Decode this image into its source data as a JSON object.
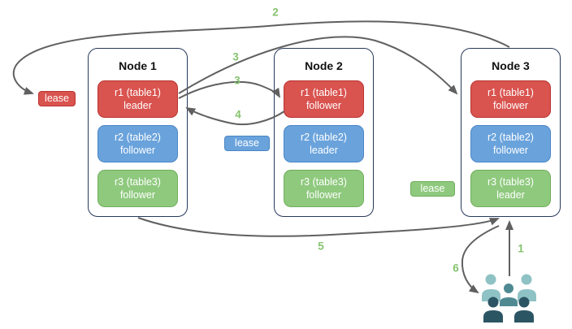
{
  "nodes": [
    {
      "title": "Node 1",
      "replicas": [
        {
          "range": "r1 (table1)",
          "role": "leader",
          "color": "#d9534f"
        },
        {
          "range": "r2 (table2)",
          "role": "follower",
          "color": "#6aa3dc"
        },
        {
          "range": "r3 (table3)",
          "role": "follower",
          "color": "#8fc97e"
        }
      ]
    },
    {
      "title": "Node 2",
      "replicas": [
        {
          "range": "r1 (table1)",
          "role": "follower",
          "color": "#d9534f"
        },
        {
          "range": "r2 (table2)",
          "role": "leader",
          "color": "#6aa3dc"
        },
        {
          "range": "r3 (table3)",
          "role": "follower",
          "color": "#8fc97e"
        }
      ]
    },
    {
      "title": "Node 3",
      "replicas": [
        {
          "range": "r1 (table1)",
          "role": "follower",
          "color": "#d9534f"
        },
        {
          "range": "r2 (table2)",
          "role": "follower",
          "color": "#6aa3dc"
        },
        {
          "range": "r3 (table3)",
          "role": "leader",
          "color": "#8fc97e"
        }
      ]
    }
  ],
  "leases": [
    {
      "label": "lease",
      "color": "#d9534f",
      "near": "node1-r1-leader"
    },
    {
      "label": "lease",
      "color": "#6aa3dc",
      "near": "node2-r2-leader"
    },
    {
      "label": "lease",
      "color": "#8fc97e",
      "near": "node3-r3-leader"
    }
  ],
  "arrows": [
    {
      "label": "1",
      "from": "users",
      "to": "node3-r3-leader"
    },
    {
      "label": "2",
      "from": "node3",
      "to": "lease-red"
    },
    {
      "label": "3",
      "from": "node1-r1-leader",
      "to": "node3-r1-follower"
    },
    {
      "label": "3",
      "from": "node1-r1-leader",
      "to": "node2-r1-follower"
    },
    {
      "label": "4",
      "from": "node2-r1-follower",
      "to": "node1-r1-leader"
    },
    {
      "label": "5",
      "from": "node1",
      "to": "node3-r3-leader"
    },
    {
      "label": "6",
      "from": "node3-r3-leader",
      "to": "users"
    }
  ],
  "colors": {
    "replica_red": "#d9534f",
    "replica_red_border": "#b93330",
    "replica_blue": "#6aa3dc",
    "replica_blue_border": "#4a86c6",
    "replica_green": "#8fc97e",
    "replica_green_border": "#6fae5b",
    "node_border": "#27395b",
    "arrow": "#606060",
    "step_label": "#85c46f",
    "users_light": "#8fc2c5",
    "users_medium": "#4f8a93",
    "users_dark": "#2c5564"
  }
}
